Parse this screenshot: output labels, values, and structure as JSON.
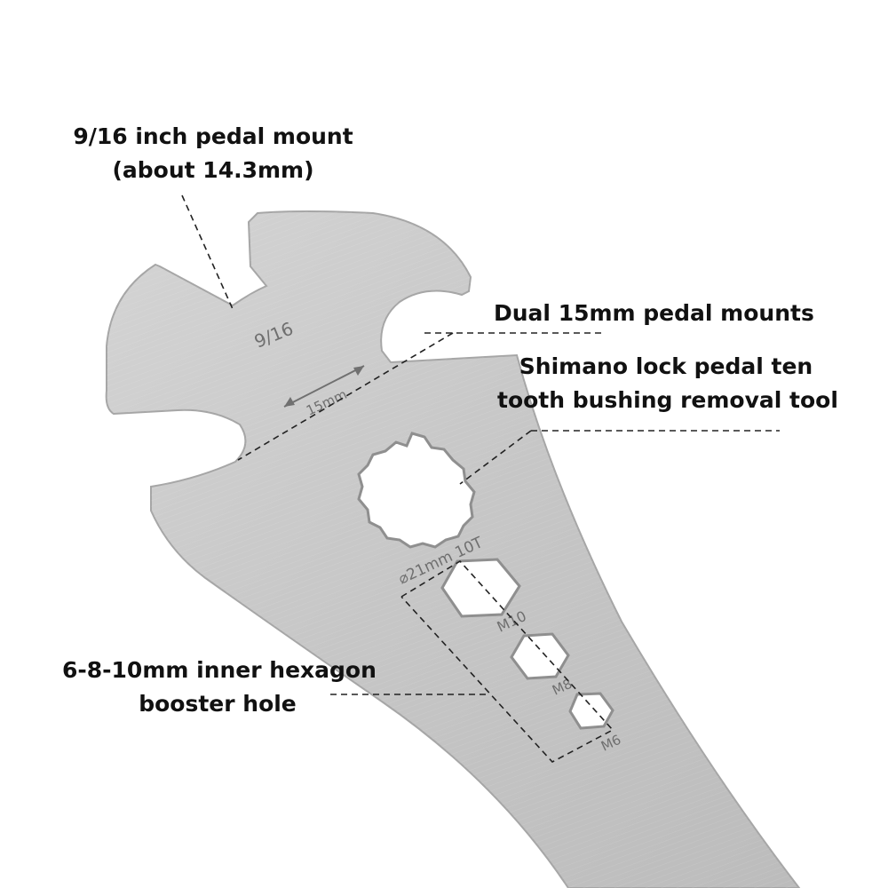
{
  "callouts": {
    "pedal_mount_916": [
      "9/16 inch pedal mount",
      "(about 14.3mm)"
    ],
    "dual_15mm": "Dual 15mm pedal mounts",
    "shimano": [
      "Shimano lock pedal ten",
      "tooth bushing removal tool"
    ],
    "hex_holes": [
      "6-8-10mm inner hexagon",
      "booster hole"
    ]
  },
  "engravings": {
    "size_916": "9/16",
    "size_15mm": "15mm",
    "spline": "⌀21mm 10T",
    "m10": "M10",
    "m8": "M8",
    "m6": "M6"
  },
  "colors": {
    "steel": "#c9c9c9",
    "steel_edge": "#9e9e9e",
    "background": "#ffffff",
    "text": "#111111"
  }
}
